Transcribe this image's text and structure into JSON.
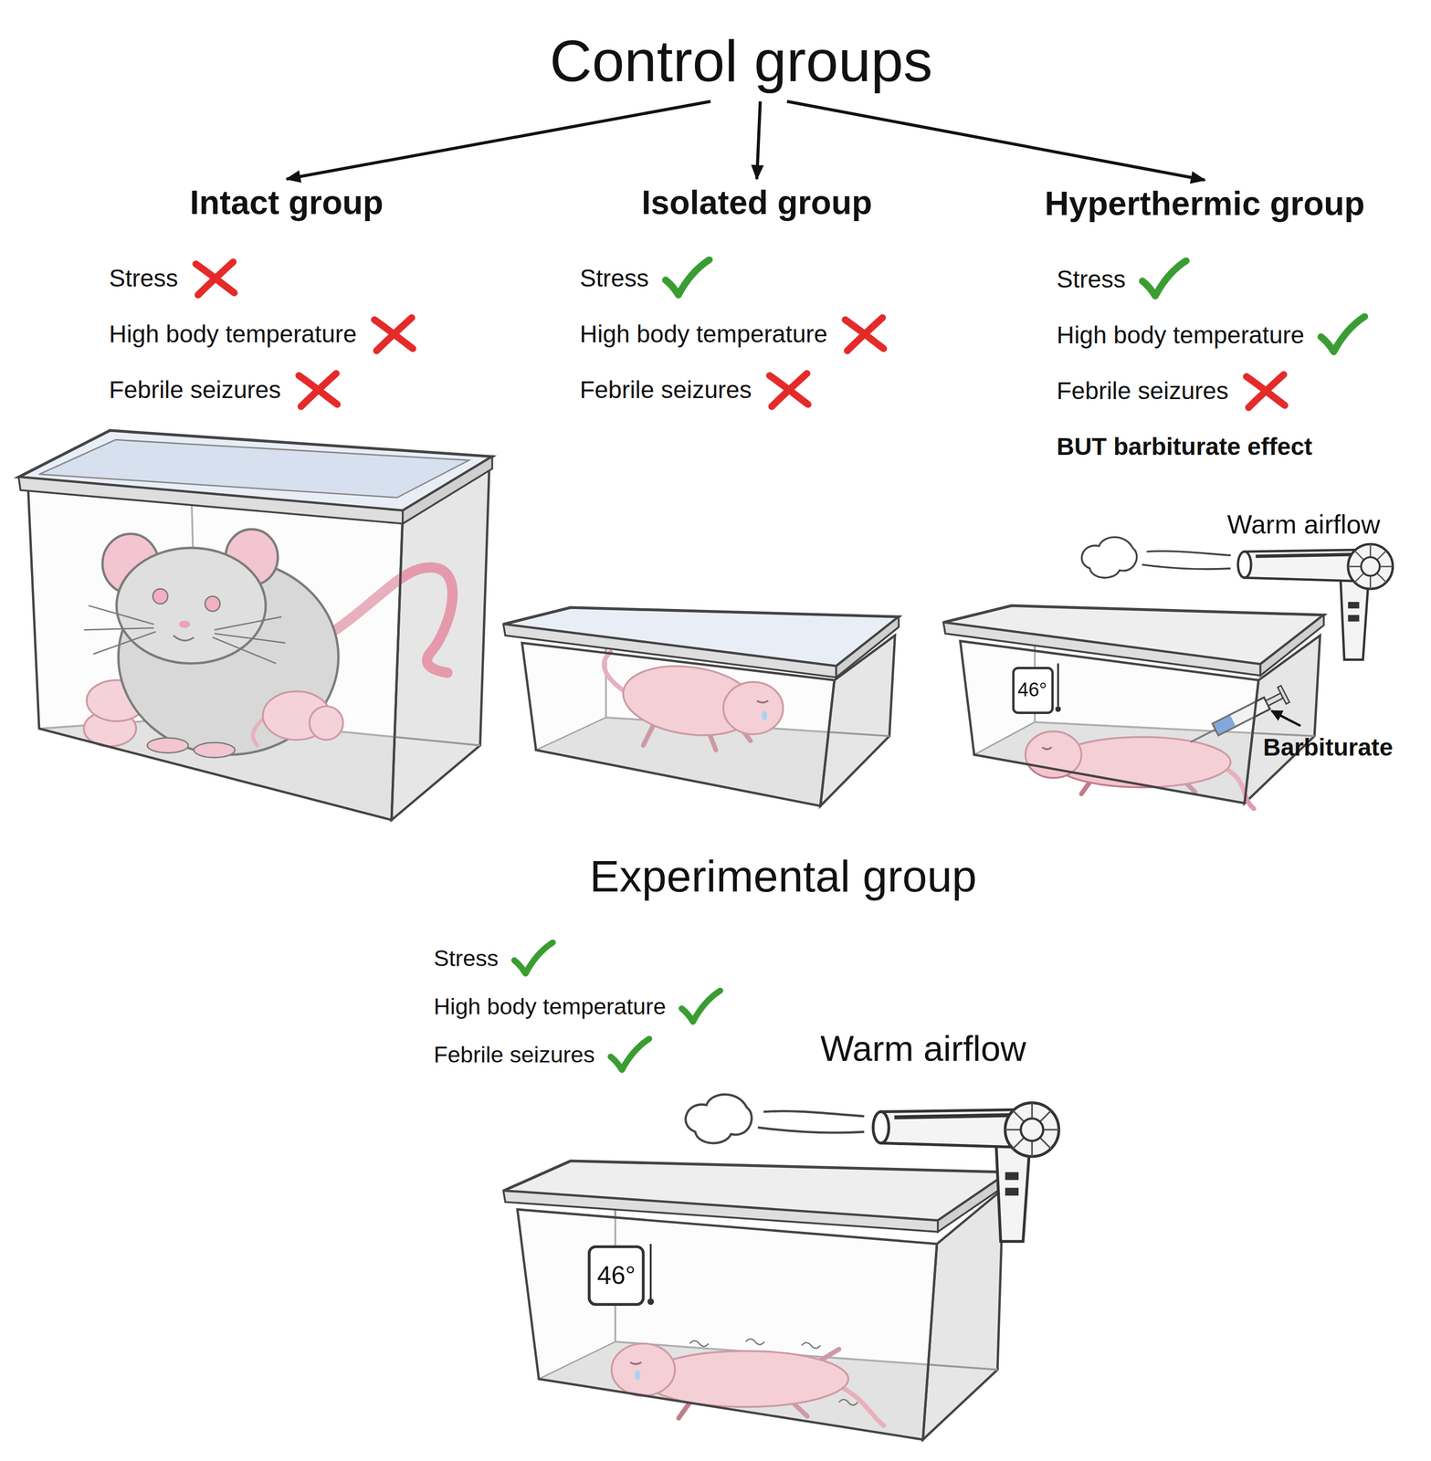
{
  "diagram": {
    "nodes": [
      {
        "text": [
          "Control groups"
        ]
      },
      {
        "text": [
          "Intact group",
          "Stress",
          "High body temperature",
          "Febrile seizures"
        ]
      },
      {
        "text": [
          "Isolated group",
          "Stress",
          "High body temperature",
          "Febrile seizures"
        ]
      },
      {
        "text": [
          "Hyperthermic group",
          "Stress",
          "High body temperature",
          "Febrile seizures",
          "BUT barbiturate effect"
        ]
      },
      {
        "text": [
          "Experimental group",
          "Stress",
          "High body temperature",
          "Febrile seizures"
        ]
      }
    ],
    "edges": [
      {
        "from": 0,
        "to": 1,
        "arrow": "to"
      },
      {
        "from": 0,
        "to": 2,
        "arrow": "to"
      },
      {
        "from": 0,
        "to": 3,
        "arrow": "to"
      }
    ],
    "labels": [
      "Warm airflow",
      "46°",
      "Barbiturate",
      "Warm airflow",
      "46°"
    ]
  }
}
